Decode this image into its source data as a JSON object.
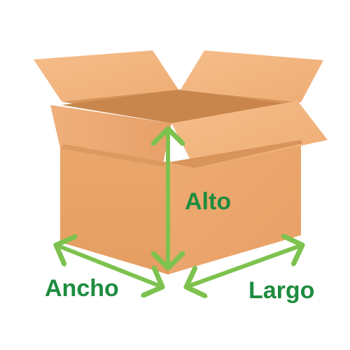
{
  "labels": {
    "height": "Alto",
    "width": "Ancho",
    "length": "Largo"
  },
  "colors": {
    "label_text": "#1e8c3f",
    "arrow": "#7dc24e",
    "box_front": "#e9a56a",
    "box_side": "#eaa46d",
    "flap": "#f2b47e",
    "flap_shadow": "#d98f55",
    "interior": "#c7844c"
  }
}
